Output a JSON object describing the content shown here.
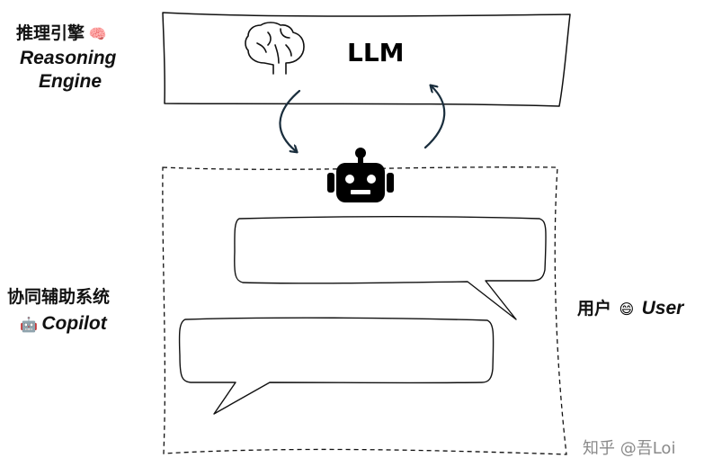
{
  "reasoning_engine": {
    "label_cn": "推理引擎",
    "emoji": "🧠",
    "label_en_line1": "Reasoning",
    "label_en_line2": "Engine"
  },
  "llm_box": {
    "label": "LLM",
    "icon": "brain-icon"
  },
  "copilot": {
    "label_cn": "协同辅助系统",
    "emoji": "🤖",
    "label_en": "Copilot",
    "icon": "robot-icon"
  },
  "user": {
    "label_cn": "用户",
    "emoji": "😄",
    "label_en": "User"
  },
  "chat": {
    "bubbles": [
      "",
      ""
    ]
  },
  "watermark": "知乎 @吾Loi",
  "colors": {
    "arrow": "#1a2e3d",
    "stroke": "#111111",
    "watermark": "#8a8a8a"
  }
}
